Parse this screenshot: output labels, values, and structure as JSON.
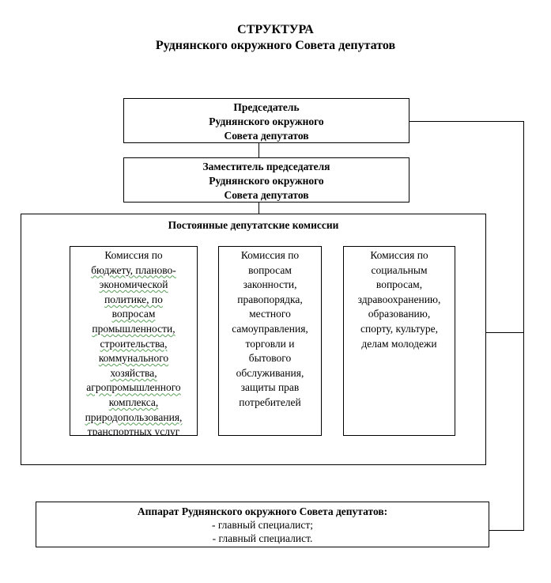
{
  "title": {
    "line1": "СТРУКТУРА",
    "line2": "Руднянского окружного Совета депутатов"
  },
  "chairman": {
    "lines": [
      "Председатель",
      "Руднянского окружного",
      "Совета депутатов"
    ]
  },
  "deputy": {
    "lines": [
      "Заместитель председателя",
      "Руднянского окружного",
      "Совета депутатов"
    ]
  },
  "commissions": {
    "heading": "Постоянные депутатские комиссии",
    "items": [
      {
        "lines": [
          "Комиссия по",
          "бюджету, планово-",
          "экономической",
          "политике, по",
          "вопросам",
          "промышленности,",
          "строительства,",
          "коммунального",
          "хозяйства,",
          "агропромышленного",
          "комплекса,",
          "природопользования,",
          "транспортных услуг"
        ]
      },
      {
        "lines": [
          "Комиссия по",
          "вопросам",
          "законности,",
          "правопорядка,",
          "местного",
          "самоуправления,",
          "торговли и",
          "бытового",
          "обслуживания,",
          "защиты прав",
          "потребителей"
        ]
      },
      {
        "lines": [
          "Комиссия по",
          "социальным",
          "вопросам,",
          "здравоохранению,",
          "образованию,",
          "спорту, культуре,",
          "делам молодежи"
        ]
      }
    ]
  },
  "apparatus": {
    "heading": "Аппарат Руднянского окружного Совета депутатов:",
    "items": [
      "- главный специалист;",
      "- главный специалист."
    ]
  }
}
